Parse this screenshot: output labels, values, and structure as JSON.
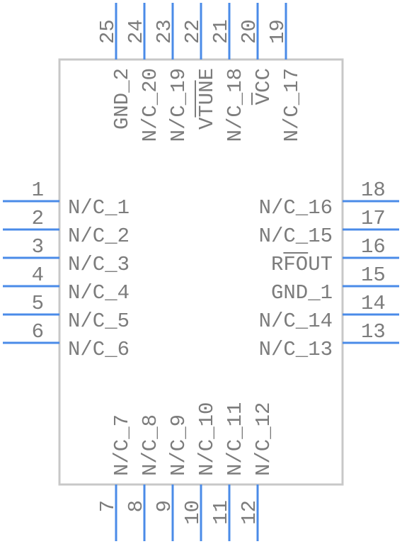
{
  "colors": {
    "body_stroke": "#c8c8c8",
    "pin": "#4a8be8",
    "text": "#7c7c7c"
  },
  "pins": {
    "left": [
      {
        "num": "1",
        "name": "N/C_1"
      },
      {
        "num": "2",
        "name": "N/C_2"
      },
      {
        "num": "3",
        "name": "N/C_3"
      },
      {
        "num": "4",
        "name": "N/C_4"
      },
      {
        "num": "5",
        "name": "N/C_5"
      },
      {
        "num": "6",
        "name": "N/C_6"
      }
    ],
    "bottom": [
      {
        "num": "7",
        "name": "N/C_7"
      },
      {
        "num": "8",
        "name": "N/C_8"
      },
      {
        "num": "9",
        "name": "N/C_9"
      },
      {
        "num": "10",
        "name": "N/C_10"
      },
      {
        "num": "11",
        "name": "N/C_11"
      },
      {
        "num": "12",
        "name": "N/C_12"
      }
    ],
    "right": [
      {
        "num": "18",
        "name": "N/C_16"
      },
      {
        "num": "17",
        "name": "N/C_15"
      },
      {
        "num": "16",
        "name": "RFOUT",
        "overbar": "FO"
      },
      {
        "num": "15",
        "name": "GND_1"
      },
      {
        "num": "14",
        "name": "N/C_14"
      },
      {
        "num": "13",
        "name": "N/C_13"
      }
    ],
    "top": [
      {
        "num": "25",
        "name": "GND_2"
      },
      {
        "num": "24",
        "name": "N/C_20"
      },
      {
        "num": "23",
        "name": "N/C_19"
      },
      {
        "num": "22",
        "name": "VTUNE",
        "overbar": "TUN"
      },
      {
        "num": "21",
        "name": "N/C_18"
      },
      {
        "num": "20",
        "name": "VCC",
        "overbar": "V"
      },
      {
        "num": "19",
        "name": "N/C_17"
      }
    ]
  }
}
